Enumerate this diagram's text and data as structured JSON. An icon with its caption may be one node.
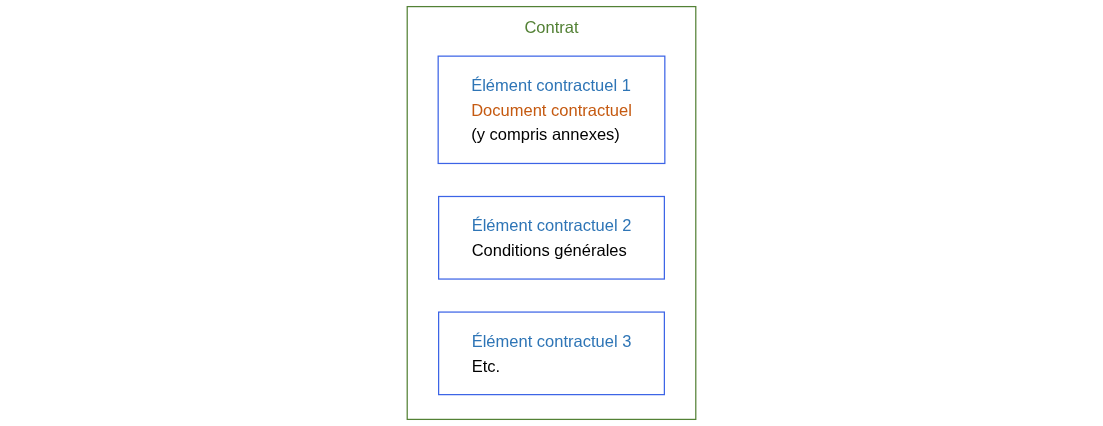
{
  "diagram": {
    "nodes": [
      {
        "text": [
          "Contrat"
        ]
      },
      {
        "text": [
          "Élément contractuel 1",
          "Document contractuel",
          "(y compris annexes)"
        ],
        "in": 0
      },
      {
        "text": [
          "Élément contractuel 2",
          "Conditions générales"
        ],
        "in": 0
      },
      {
        "text": [
          "Élément contractuel 3",
          "Etc."
        ],
        "in": 0
      }
    ]
  }
}
